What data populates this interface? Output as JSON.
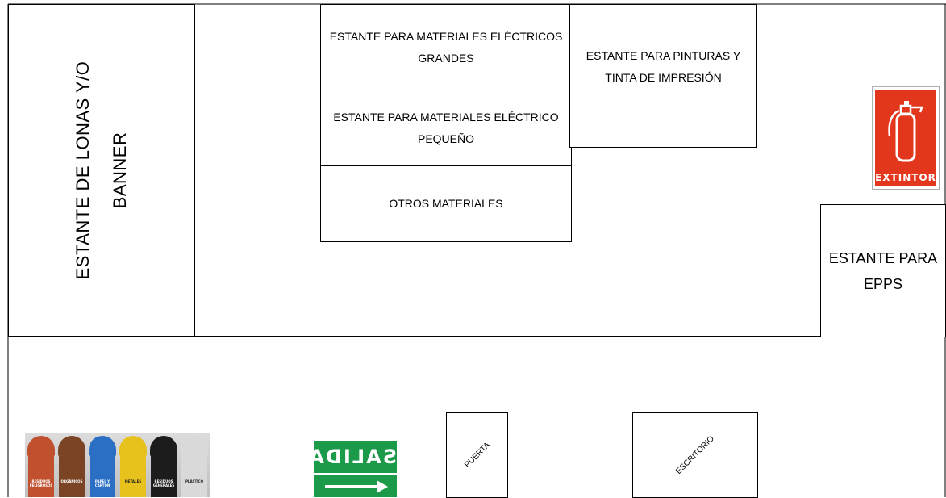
{
  "labels": {
    "lonas": "ESTANTE DE LONAS Y/O\nBANNER",
    "electricos_grandes": "ESTANTE PARA MATERIALES ELÉCTRICOS\nGRANDES",
    "electrico_pequeno": "ESTANTE PARA MATERIALES ELÉCTRICO\nPEQUEÑO",
    "otros": "OTROS MATERIALES",
    "pinturas": "ESTANTE PARA PINTURAS Y\nTINTA DE IMPRESIÓN",
    "epps": "ESTANTE PARA\nEPPS",
    "puerta": "PUERTA",
    "escritorio": "ESCRITORIO"
  },
  "signs": {
    "extintor": "EXTINTOR",
    "salida": "SALIDA"
  },
  "bins": [
    {
      "color": "#c0502e",
      "label": "RESIDUOS PELIGROSOS"
    },
    {
      "color": "#7a4425",
      "label": "ORGÁNICOS"
    },
    {
      "color": "#2a6fc4",
      "label": "PAPEL Y CARTÓN"
    },
    {
      "color": "#e8c21c",
      "label": "METALES"
    },
    {
      "color": "#1c1c1c",
      "label": "RESIDUOS GENERALES"
    },
    {
      "color": "#d9d9d9",
      "label": "PLÁSTICO"
    }
  ],
  "colors": {
    "extintor_red": "#e2361d",
    "salida_green": "#1b9a4a"
  }
}
